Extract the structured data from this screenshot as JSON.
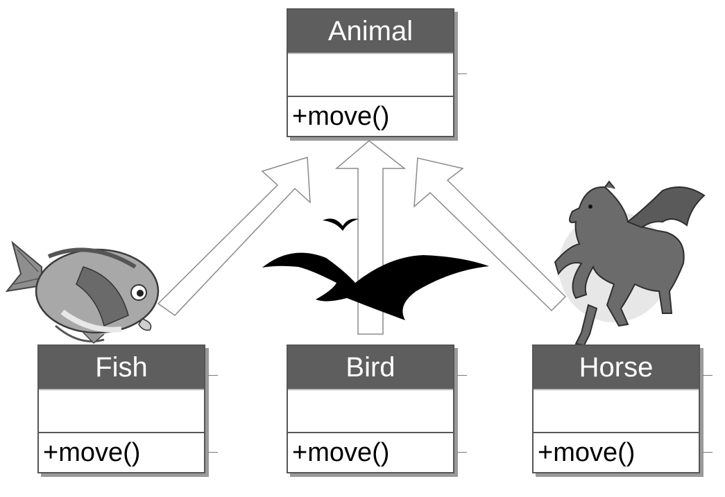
{
  "classes": {
    "animal": {
      "name": "Animal",
      "operation": "+move()"
    },
    "fish": {
      "name": "Fish",
      "operation": "+move()"
    },
    "bird": {
      "name": "Bird",
      "operation": "+move()"
    },
    "horse": {
      "name": "Horse",
      "operation": "+move()"
    }
  },
  "relations": [
    {
      "from": "Fish",
      "to": "Animal",
      "type": "inheritance"
    },
    {
      "from": "Bird",
      "to": "Animal",
      "type": "inheritance"
    },
    {
      "from": "Horse",
      "to": "Animal",
      "type": "inheritance"
    }
  ],
  "illustrations": [
    "fish-illustration",
    "seagull-illustration",
    "horse-illustration"
  ],
  "colors": {
    "header": "#5e5e5e",
    "shadow": "#9a9a9a",
    "border": "#555555"
  }
}
